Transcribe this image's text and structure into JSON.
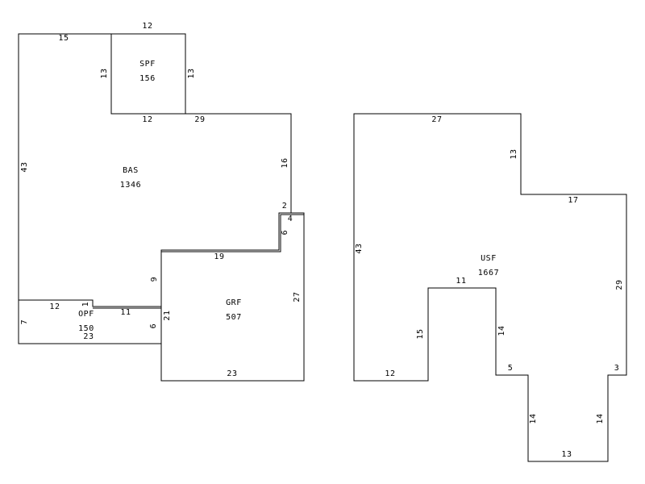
{
  "colors": {
    "line": "#000000",
    "background": "#ffffff"
  },
  "areas": [
    {
      "code": "SPF",
      "value": "156"
    },
    {
      "code": "BAS",
      "value": "1346"
    },
    {
      "code": "OPF",
      "value": "150"
    },
    {
      "code": "GRF",
      "value": "507"
    },
    {
      "code": "USF",
      "value": "1667"
    }
  ],
  "dimensions": {
    "left_sketch": [
      "12",
      "15",
      "13",
      "13",
      "12",
      "29",
      "43",
      "16",
      "2",
      "4",
      "6",
      "19",
      "9",
      "27",
      "12",
      "1",
      "11",
      "7",
      "6",
      "21",
      "23",
      "23"
    ],
    "right_sketch": [
      "27",
      "13",
      "17",
      "43",
      "11",
      "29",
      "15",
      "14",
      "12",
      "5",
      "3",
      "14",
      "14",
      "13"
    ]
  }
}
